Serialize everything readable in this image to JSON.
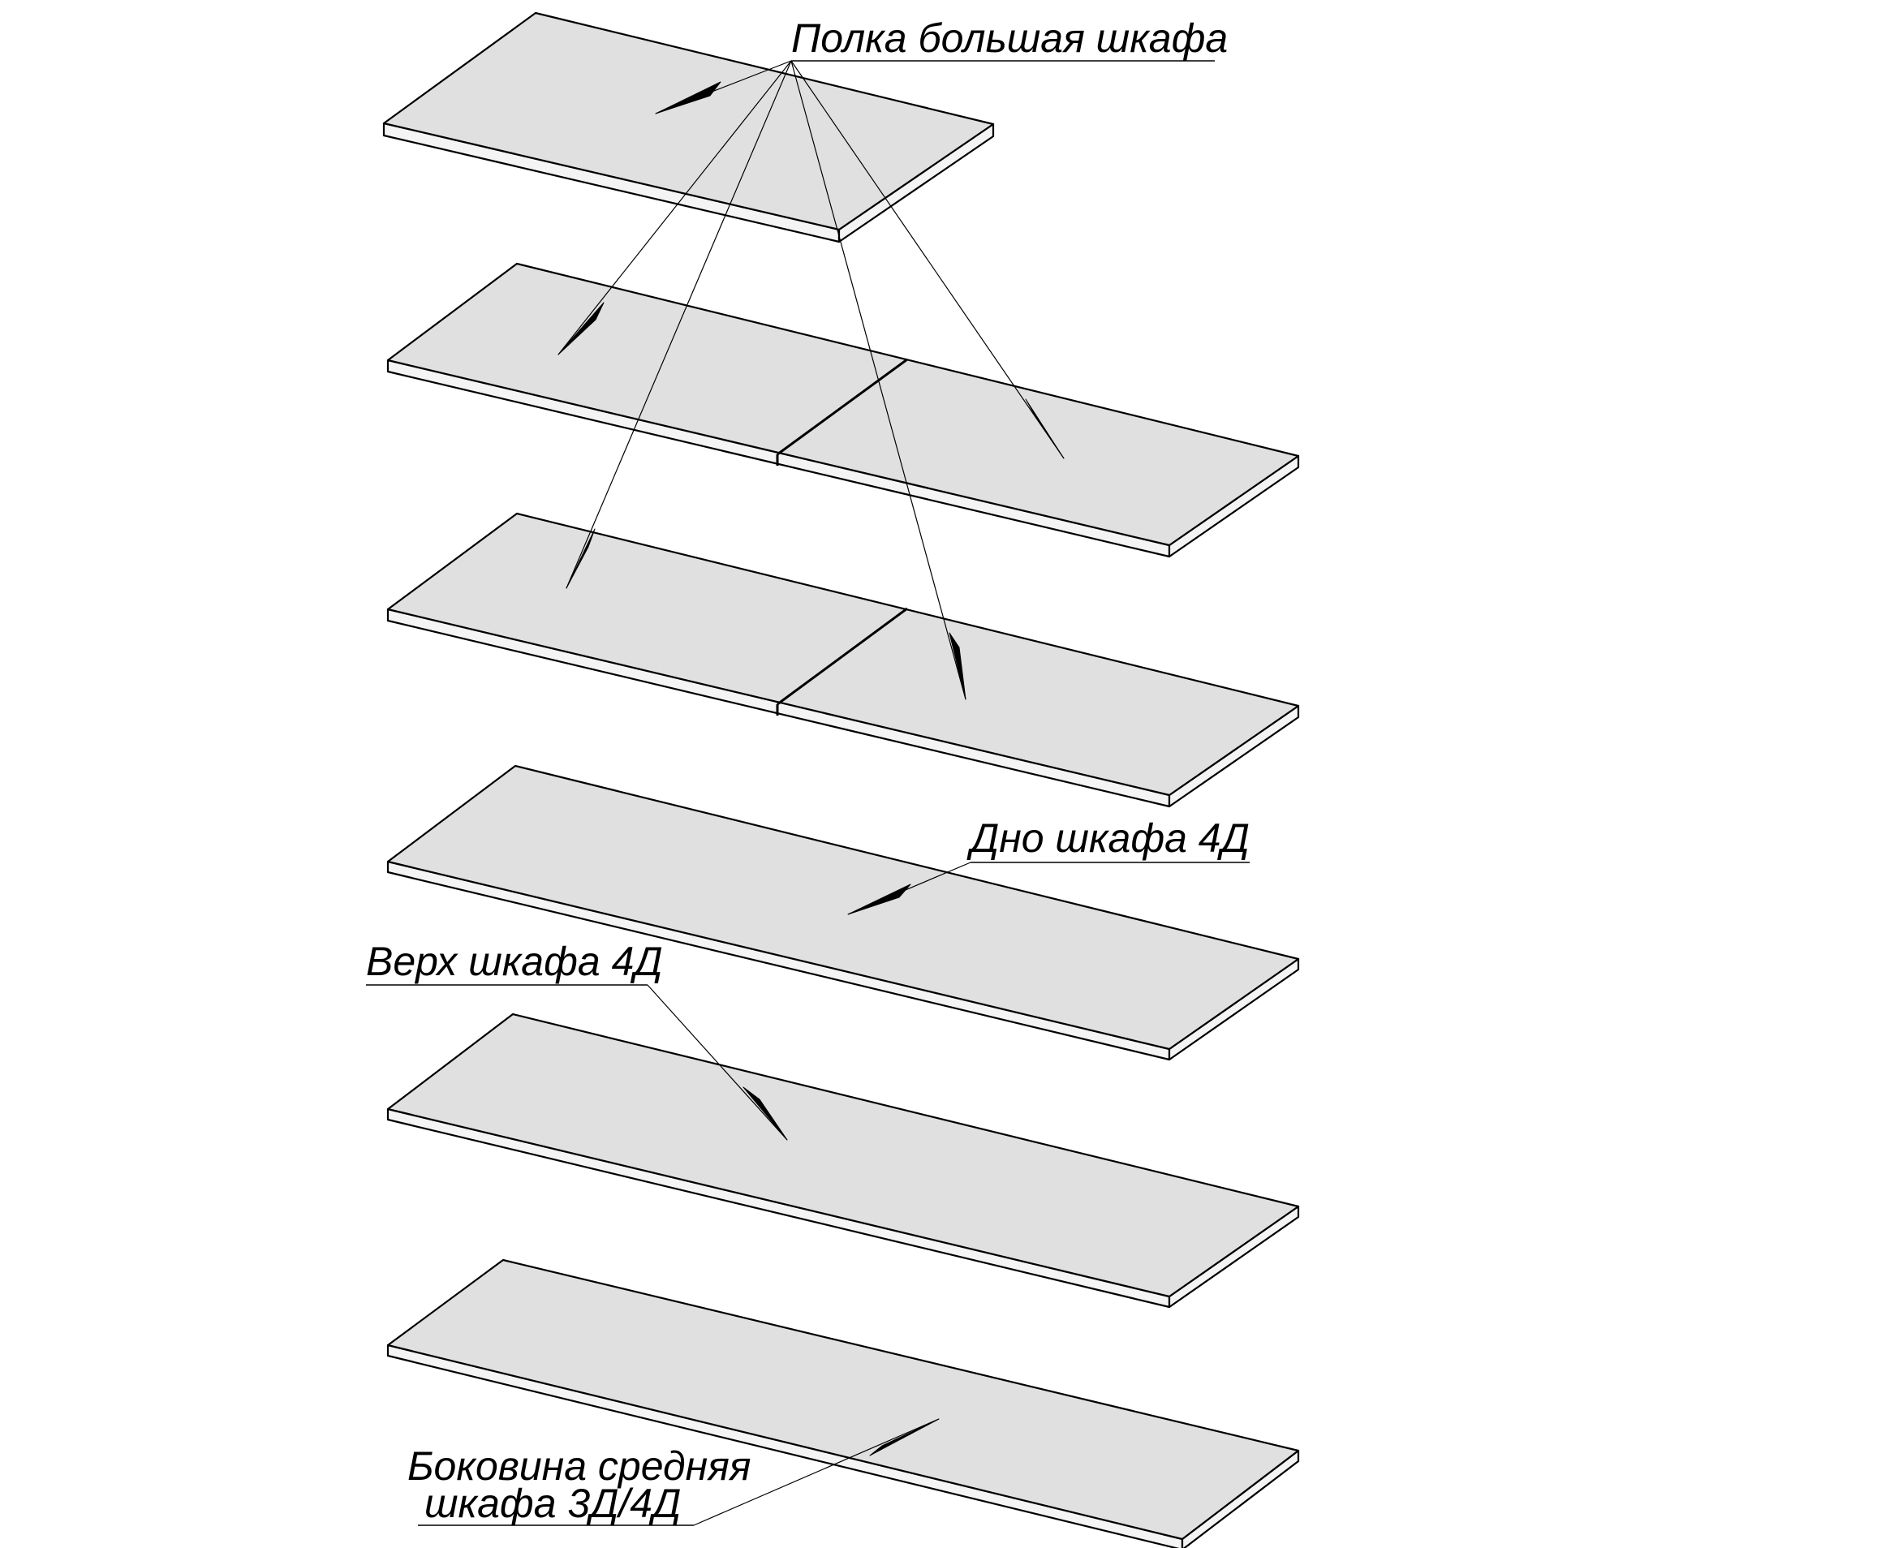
{
  "labels": {
    "shelf_large": "Полка большая шкафа",
    "bottom": "Дно шкафа 4Д",
    "top": "Верх шкафа 4Д",
    "side_middle_line1": "Боковина средняя",
    "side_middle_line2": "шкафа 3Д/4Д"
  },
  "colors": {
    "panel_face": "#e0e0e0",
    "panel_edge": "#f4f4f4",
    "lines": "#000000",
    "background": "#ffffff"
  }
}
